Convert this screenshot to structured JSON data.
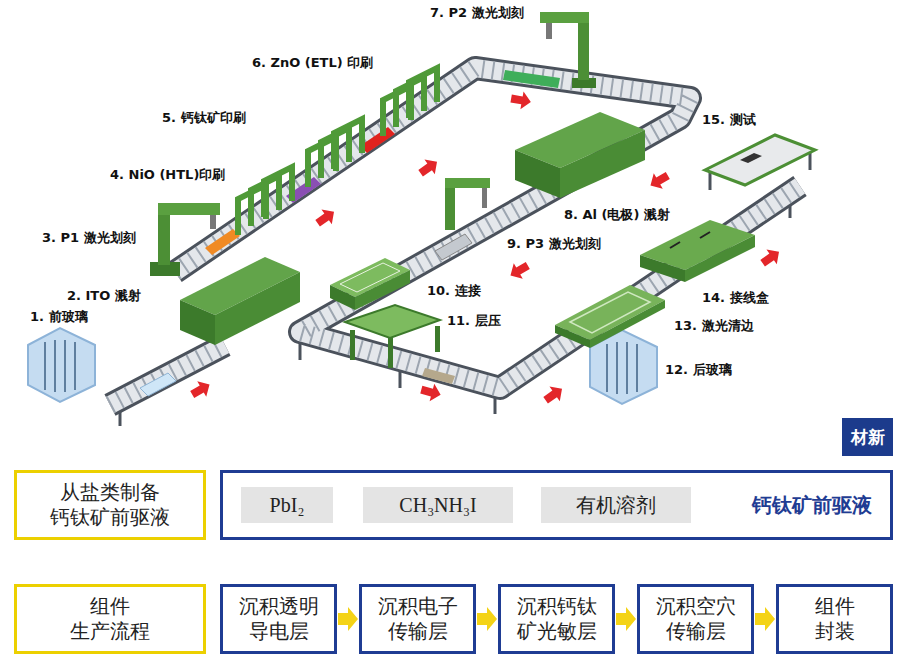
{
  "diagram": {
    "nodes": [
      {
        "text": [
          "从盐类制备 钙钛矿前驱液"
        ]
      },
      {
        "text": [
          "钙钛矿前驱液"
        ]
      },
      {
        "text": [
          "PbI₂"
        ],
        "in": 1
      },
      {
        "text": [
          "CH₃NH₃I"
        ],
        "in": 1
      },
      {
        "text": [
          "有机溶剂"
        ],
        "in": 1
      },
      {
        "text": [
          "组件 生产流程"
        ]
      },
      {
        "text": [
          "沉积透明 导电层"
        ]
      },
      {
        "text": [
          "沉积电子 传输层"
        ]
      },
      {
        "text": [
          "沉积钙钛 矿光敏层"
        ]
      },
      {
        "text": [
          "沉积空穴 传输层"
        ]
      },
      {
        "text": [
          "组件 封装"
        ]
      }
    ],
    "edges": [
      {
        "from": 6,
        "to": 7,
        "arrow": "to"
      },
      {
        "from": 7,
        "to": 8,
        "arrow": "to"
      },
      {
        "from": 8,
        "to": 9,
        "arrow": "to"
      },
      {
        "from": 9,
        "to": 10,
        "arrow": "to"
      }
    ],
    "labels": [
      "1. 前玻璃",
      "2. ITO 溅射",
      "3. P1 激光划刻",
      "4. NiO (HTL)印刷",
      "5. 钙钛矿印刷",
      "6. ZnO (ETL) 印刷",
      "7. P2 激光划刻",
      "8. Al (电极) 溅射",
      "9. P3 激光划刻",
      "10. 连接",
      "11. 层压",
      "12. 后玻璃",
      "13. 激光清边",
      "14. 接线盒",
      "15. 测试",
      "材新"
    ]
  }
}
